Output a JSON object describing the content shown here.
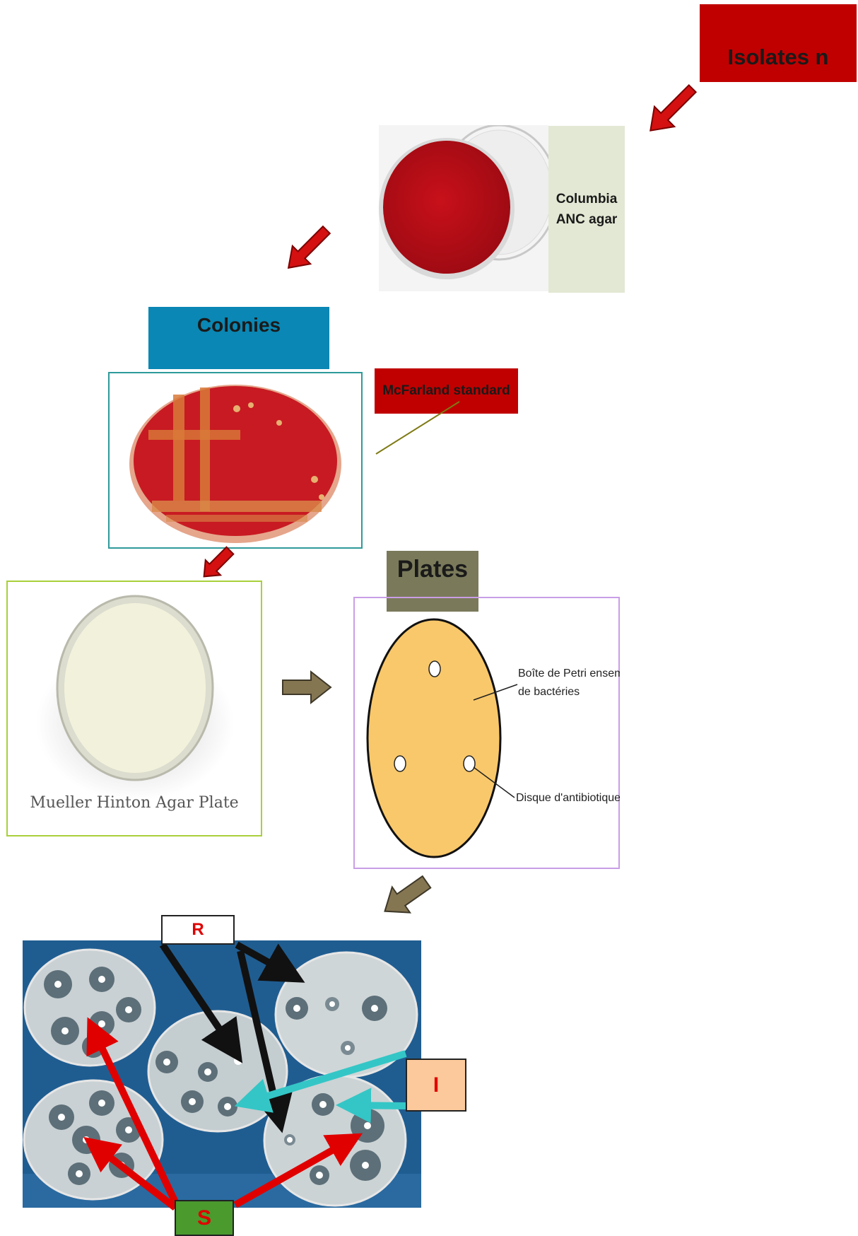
{
  "labels": {
    "isolates": "Isolates n",
    "columbia": "Columbia ANC agar",
    "colonies": "Colonies",
    "mcfarland": "McFarland standard",
    "plates": "Plates",
    "r": "R",
    "i": "I",
    "s": "S"
  },
  "mueller_caption": "Mueller Hinton Agar Plate",
  "petri_diagram": {
    "seeded_plate": "Boîte de Petri ensemencée de bactéries",
    "antibiotic_disc": "Disque d'antibiotique"
  },
  "colors": {
    "red_label": "#c00000",
    "blue_label": "#0a87b4",
    "olive_label": "#7a7a5b",
    "arrow_red": "#d41010",
    "arrow_olive": "#857652",
    "arrow_black": "#111111",
    "arrow_cyan": "#34c6c6",
    "agar_yellow": "#f9c86a"
  }
}
